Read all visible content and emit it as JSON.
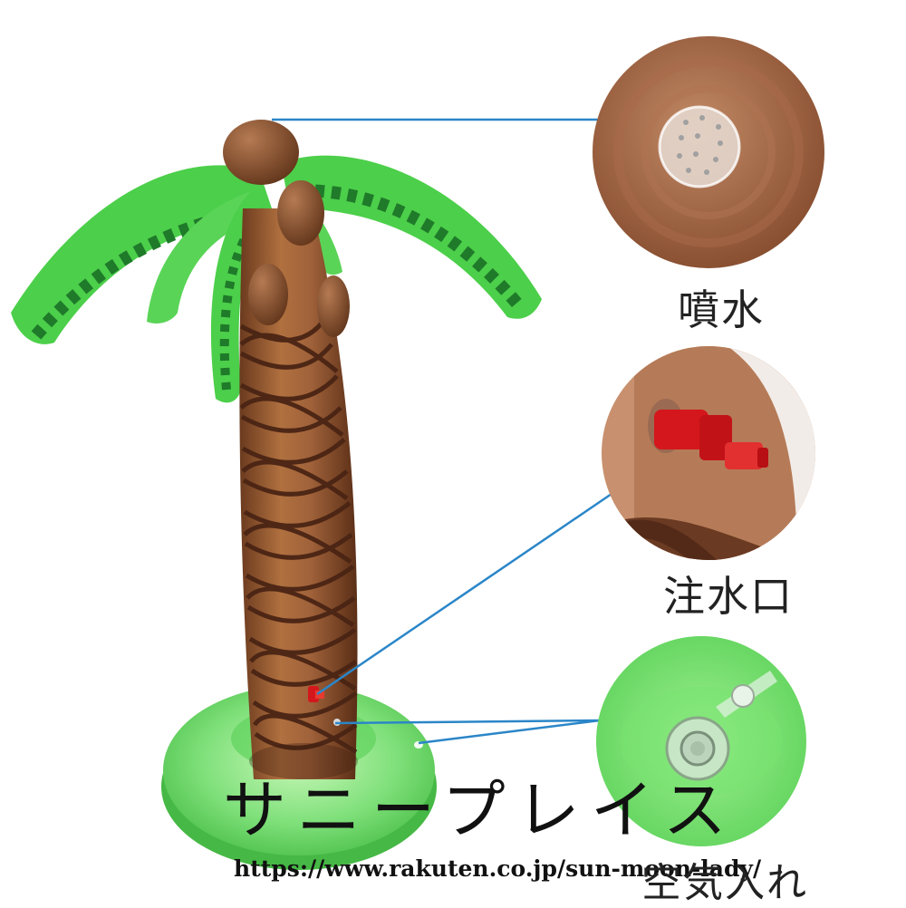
{
  "callouts": {
    "spray": {
      "label": "噴水",
      "icon": "sprinkler-nozzle-icon"
    },
    "inlet": {
      "label": "注水口",
      "icon": "hose-connector-icon"
    },
    "air": {
      "label": "空気入れ",
      "icon": "air-valve-icon"
    }
  },
  "watermark": "サニープレイス",
  "url": "https://www.rakuten.co.jp/sun-moon-lady/",
  "colors": {
    "leaf_green": "#4ccf4a",
    "leaf_stripe": "#1f7a2a",
    "trunk_brown": "#9a5a32",
    "trunk_stripe": "#4a2414",
    "base_ring": "#7fe07a",
    "connector_red": "#d4171c",
    "leader_line": "#2b86c8"
  }
}
